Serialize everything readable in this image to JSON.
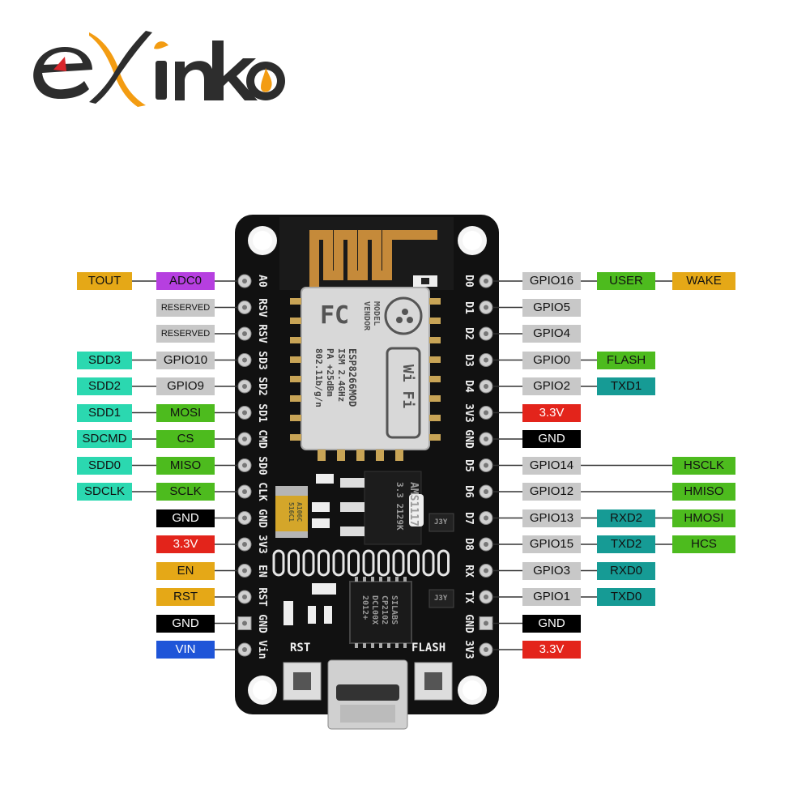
{
  "logo": {
    "text": "eXinKo",
    "colors": {
      "dark": "#2d2d2d",
      "orange": "#f39c12",
      "red": "#d9262b"
    }
  },
  "colors": {
    "tout": "#e5a817",
    "adc": "#b63fe0",
    "reserved": "#c8c8c8",
    "sdd": "#2bd8b0",
    "green": "#4dbb1e",
    "black": "#000000",
    "red": "#e3241b",
    "en": "#e5a817",
    "vin": "#1f55d8",
    "teal": "#169b95",
    "board": "#111111"
  },
  "left_rows": [
    {
      "pin_label": "A0",
      "labels": [
        {
          "text": "TOUT",
          "c": "tout"
        },
        {
          "text": "ADC0",
          "c": "adc"
        }
      ]
    },
    {
      "pin_label": "RSV",
      "labels": [
        {
          "text": "RESERVED",
          "c": "reserved",
          "small": true
        }
      ]
    },
    {
      "pin_label": "RSV",
      "labels": [
        {
          "text": "RESERVED",
          "c": "reserved",
          "small": true
        }
      ]
    },
    {
      "pin_label": "SD3",
      "labels": [
        {
          "text": "SDD3",
          "c": "sdd"
        },
        {
          "text": "GPIO10",
          "c": "reserved"
        }
      ]
    },
    {
      "pin_label": "SD2",
      "labels": [
        {
          "text": "SDD2",
          "c": "sdd"
        },
        {
          "text": "GPIO9",
          "c": "reserved"
        }
      ]
    },
    {
      "pin_label": "SD1",
      "labels": [
        {
          "text": "SDD1",
          "c": "sdd"
        },
        {
          "text": "MOSI",
          "c": "green"
        }
      ]
    },
    {
      "pin_label": "CMD",
      "labels": [
        {
          "text": "SDCMD",
          "c": "sdd"
        },
        {
          "text": "CS",
          "c": "green"
        }
      ]
    },
    {
      "pin_label": "SD0",
      "labels": [
        {
          "text": "SDD0",
          "c": "sdd"
        },
        {
          "text": "MISO",
          "c": "green"
        }
      ]
    },
    {
      "pin_label": "CLK",
      "labels": [
        {
          "text": "SDCLK",
          "c": "sdd"
        },
        {
          "text": "SCLK",
          "c": "green"
        }
      ]
    },
    {
      "pin_label": "GND",
      "labels": [
        {
          "text": "GND",
          "c": "black",
          "white": true
        }
      ]
    },
    {
      "pin_label": "3V3",
      "labels": [
        {
          "text": "3.3V",
          "c": "red",
          "white": true
        }
      ]
    },
    {
      "pin_label": "EN",
      "labels": [
        {
          "text": "EN",
          "c": "en"
        }
      ]
    },
    {
      "pin_label": "RST",
      "labels": [
        {
          "text": "RST",
          "c": "en"
        }
      ]
    },
    {
      "pin_label": "GND",
      "labels": [
        {
          "text": "GND",
          "c": "black",
          "white": true
        }
      ]
    },
    {
      "pin_label": "Vin",
      "labels": [
        {
          "text": "VIN",
          "c": "vin",
          "white": true
        }
      ]
    }
  ],
  "right_rows": [
    {
      "pin_label": "D0",
      "labels": [
        {
          "text": "GPIO16",
          "c": "reserved"
        },
        {
          "text": "USER",
          "c": "green"
        },
        {
          "text": "WAKE",
          "c": "tout"
        }
      ]
    },
    {
      "pin_label": "D1",
      "labels": [
        {
          "text": "GPIO5",
          "c": "reserved"
        }
      ]
    },
    {
      "pin_label": "D2",
      "labels": [
        {
          "text": "GPIO4",
          "c": "reserved"
        }
      ]
    },
    {
      "pin_label": "D3",
      "labels": [
        {
          "text": "GPIO0",
          "c": "reserved"
        },
        {
          "text": "FLASH",
          "c": "green"
        }
      ]
    },
    {
      "pin_label": "D4",
      "labels": [
        {
          "text": "GPIO2",
          "c": "reserved"
        },
        {
          "text": "TXD1",
          "c": "teal"
        }
      ]
    },
    {
      "pin_label": "3V3",
      "labels": [
        {
          "text": "3.3V",
          "c": "red",
          "white": true
        }
      ]
    },
    {
      "pin_label": "GND",
      "labels": [
        {
          "text": "GND",
          "c": "black",
          "white": true
        }
      ]
    },
    {
      "pin_label": "D5",
      "labels": [
        {
          "text": "GPIO14",
          "c": "reserved"
        },
        {
          "text": "",
          "c": "none"
        },
        {
          "text": "HSCLK",
          "c": "green"
        }
      ]
    },
    {
      "pin_label": "D6",
      "labels": [
        {
          "text": "GPIO12",
          "c": "reserved"
        },
        {
          "text": "",
          "c": "none"
        },
        {
          "text": "HMISO",
          "c": "green"
        }
      ]
    },
    {
      "pin_label": "D7",
      "labels": [
        {
          "text": "GPIO13",
          "c": "reserved"
        },
        {
          "text": "RXD2",
          "c": "teal"
        },
        {
          "text": "HMOSI",
          "c": "green"
        }
      ]
    },
    {
      "pin_label": "D8",
      "labels": [
        {
          "text": "GPIO15",
          "c": "reserved"
        },
        {
          "text": "TXD2",
          "c": "teal"
        },
        {
          "text": "HCS",
          "c": "green"
        }
      ]
    },
    {
      "pin_label": "RX",
      "labels": [
        {
          "text": "GPIO3",
          "c": "reserved"
        },
        {
          "text": "RXD0",
          "c": "teal"
        }
      ]
    },
    {
      "pin_label": "TX",
      "labels": [
        {
          "text": "GPIO1",
          "c": "reserved"
        },
        {
          "text": "TXD0",
          "c": "teal"
        }
      ]
    },
    {
      "pin_label": "GND",
      "labels": [
        {
          "text": "GND",
          "c": "black",
          "white": true
        }
      ]
    },
    {
      "pin_label": "3V3",
      "labels": [
        {
          "text": "3.3V",
          "c": "red",
          "white": true
        }
      ]
    }
  ],
  "module": {
    "model_vendor": [
      "MODEL",
      "VENDOR"
    ],
    "name": "ESP8266MOD",
    "lines": [
      "ISM 2.4GHz",
      "PA  +25dBm",
      "802.11b/g/n"
    ],
    "fc": "FC",
    "wifi": "Wi Fi"
  },
  "regulator": {
    "line1": "AMS1117",
    "line2": "3.3 2129K"
  },
  "usb_chip": {
    "line1": "SILABS",
    "line2": "CP2102",
    "line3": "DCL00X",
    "line4": "2012+"
  },
  "cap_label": {
    "line1": "A106C",
    "line2": "516C1"
  },
  "transistor_label": "J3Y",
  "buttons": {
    "rst": "RST",
    "flash": "FLASH"
  }
}
